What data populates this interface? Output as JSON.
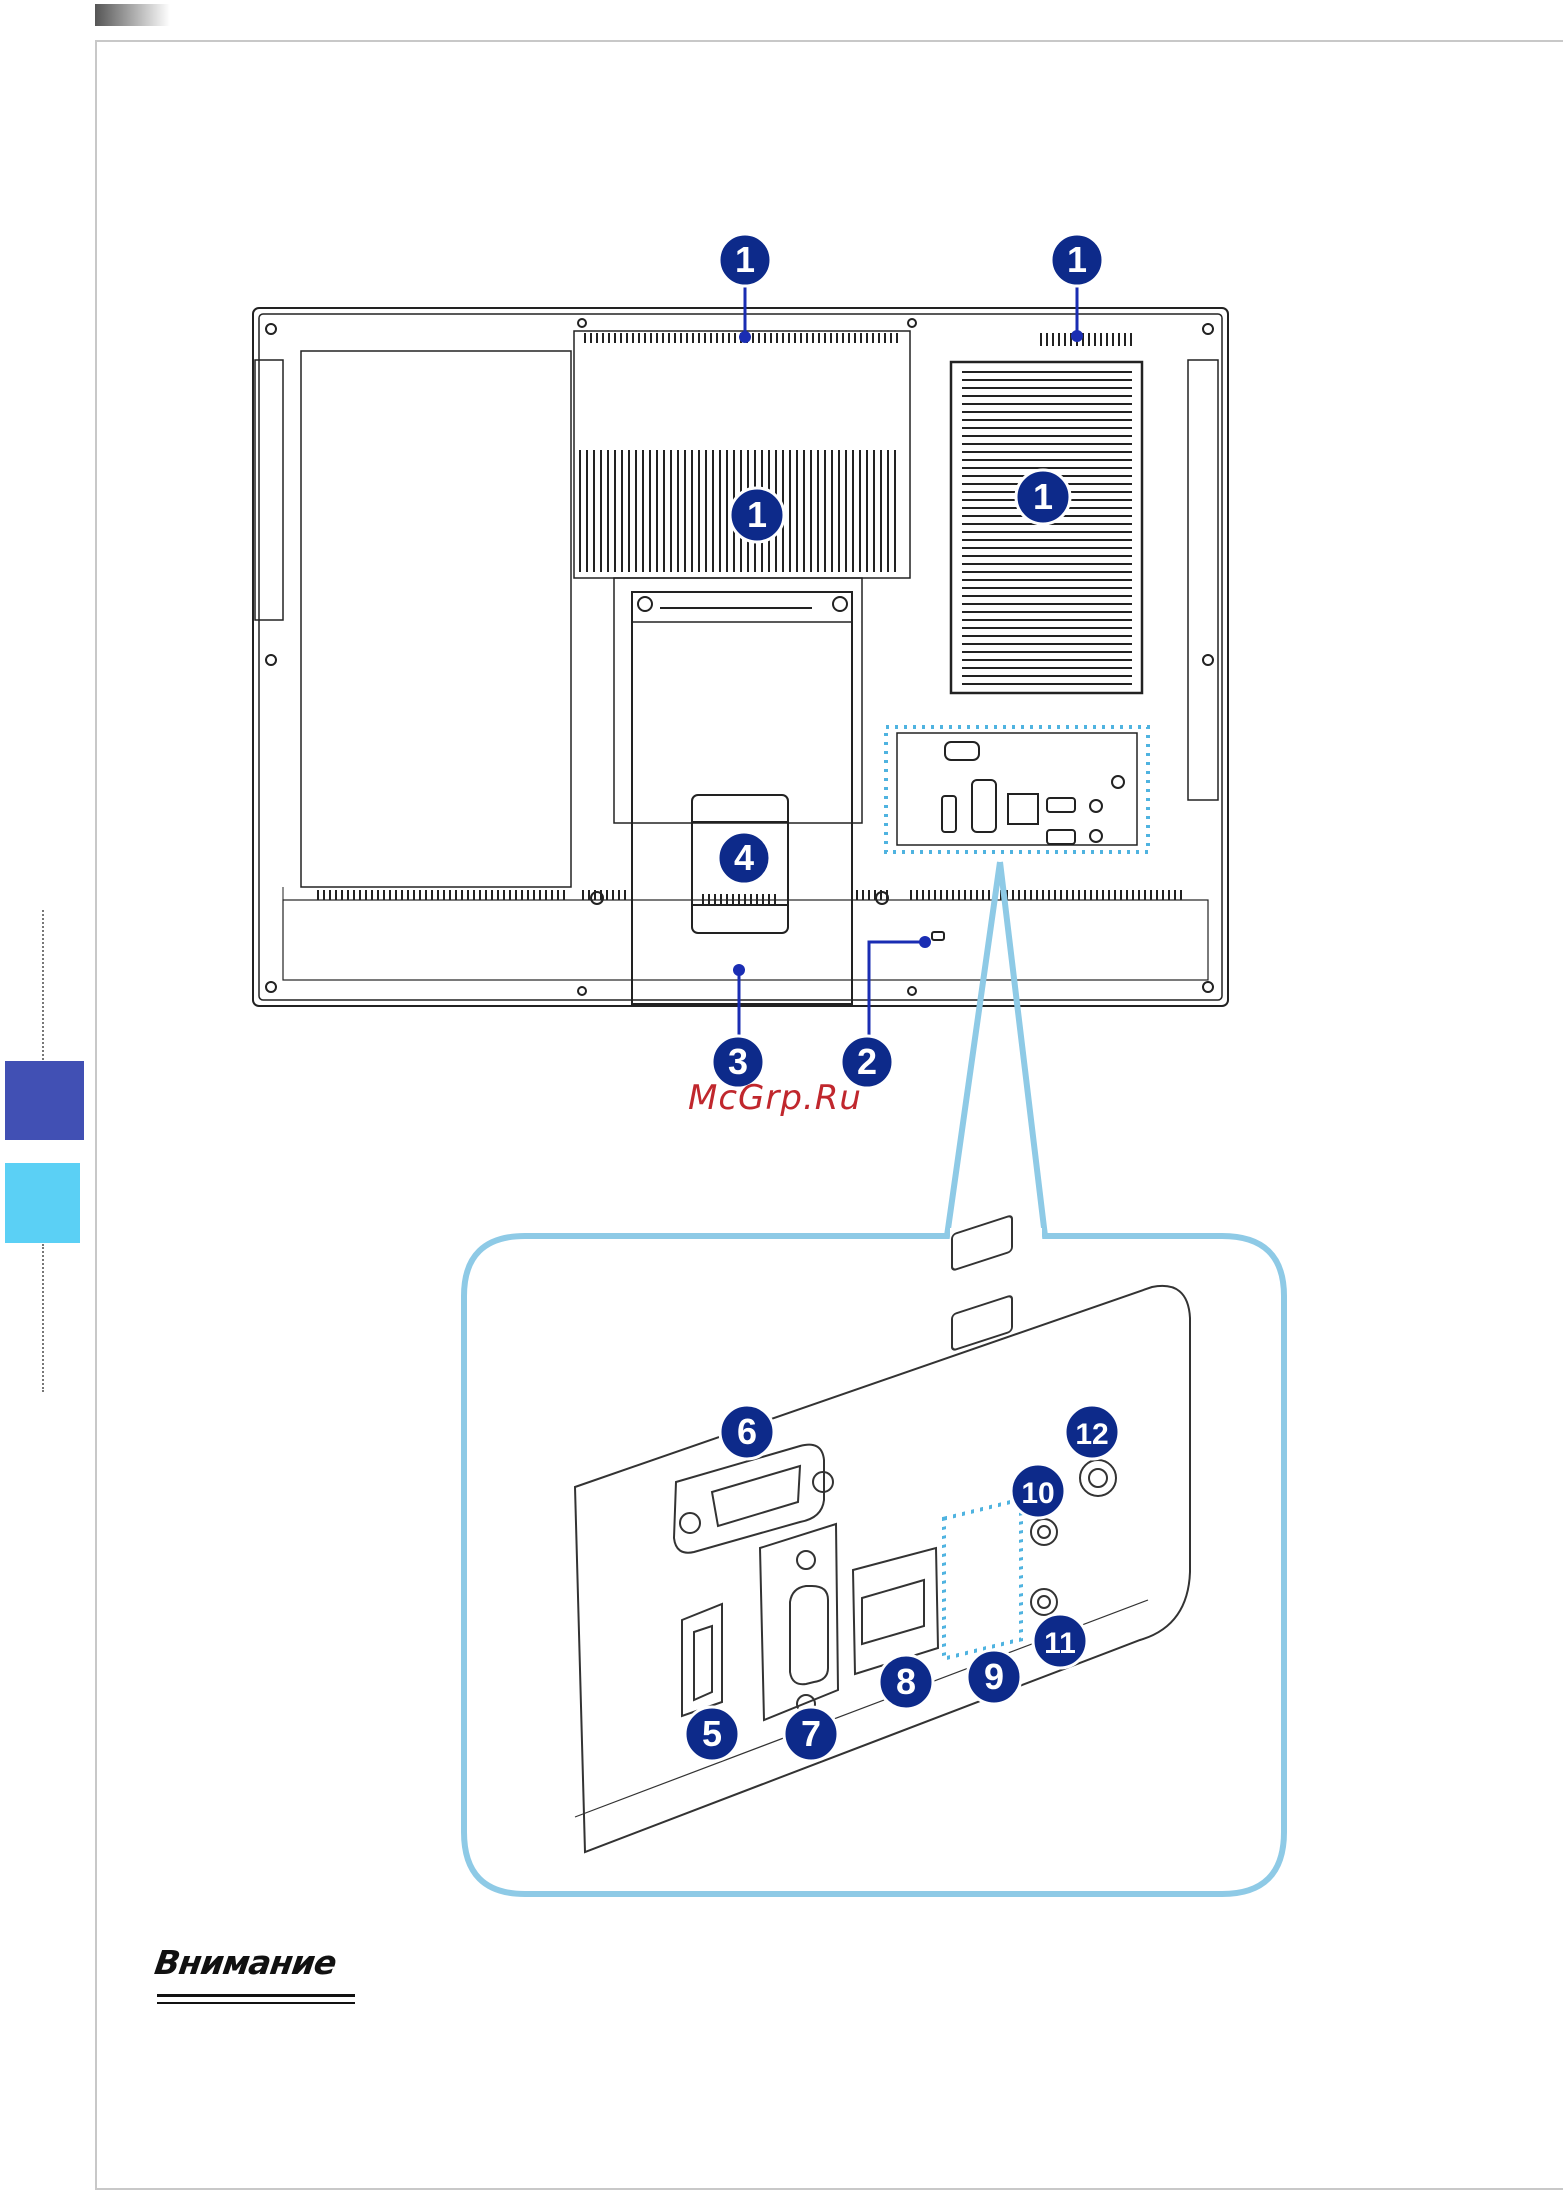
{
  "header": {
    "accent_gradient": "#555555"
  },
  "side_tabs": {
    "dark_color": "#4150b4",
    "light_color": "#5bd0f5"
  },
  "figure": {
    "main_callouts": [
      {
        "label": "1",
        "target": "top-vent-center"
      },
      {
        "label": "1",
        "target": "top-vent-right"
      },
      {
        "label": "1",
        "target": "rear-vent-center"
      },
      {
        "label": "1",
        "target": "rear-vent-right"
      },
      {
        "label": "2",
        "target": "lock-slot"
      },
      {
        "label": "3",
        "target": "stand"
      },
      {
        "label": "4",
        "target": "stand-hinge"
      }
    ],
    "zoom_callouts": [
      {
        "label": "5",
        "target": "displayport"
      },
      {
        "label": "6",
        "target": "serial-port"
      },
      {
        "label": "7",
        "target": "vga-port"
      },
      {
        "label": "8",
        "target": "lan-port"
      },
      {
        "label": "9",
        "target": "usb-ports"
      },
      {
        "label": "10",
        "target": "line-out-jack"
      },
      {
        "label": "11",
        "target": "mic-jack"
      },
      {
        "label": "12",
        "target": "dc-in-jack"
      }
    ],
    "callout_color": "#0d2a8a",
    "zoom_frame_color": "#8ecae6"
  },
  "watermark": {
    "text": "McGrp.Ru",
    "color": "#c0272d"
  },
  "note": {
    "label": "Внимание"
  }
}
